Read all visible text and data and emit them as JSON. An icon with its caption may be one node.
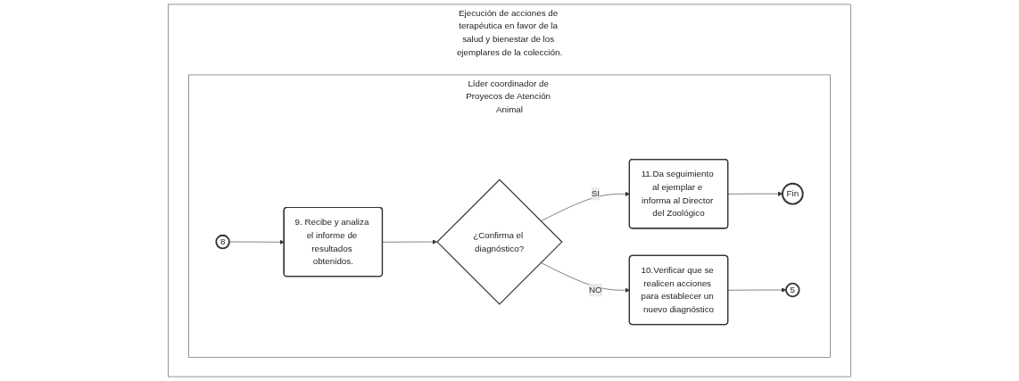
{
  "diagram": {
    "nodes": [
      {
        "text": [
          "Ejecución de acciones de terapéutica en favor de la salud y bienestar de los ejemplares de la colección."
        ]
      },
      {
        "text": [
          "Líder coordinador de Proyecos de Atención Animal"
        ],
        "in": 0
      },
      {
        "text": [
          "8"
        ],
        "in": 1
      },
      {
        "text": [
          "9. Recibe y analiza el informe de resultados obtenidos."
        ],
        "in": 1
      },
      {
        "text": [
          "¿Confirma el diagnóstico?"
        ],
        "in": 1
      },
      {
        "text": [
          "11.Da seguimiento al ejemplar e informa al Director del Zoológico"
        ],
        "in": 1
      },
      {
        "text": [
          "Fin"
        ],
        "in": 1
      },
      {
        "text": [
          "10.Verificar que se realicen acciones para establecer un nuevo diagnóstico"
        ],
        "in": 1
      },
      {
        "text": [
          "5"
        ],
        "in": 1
      }
    ],
    "edges": [
      {
        "from": 2,
        "to": 3,
        "arrow": "to"
      },
      {
        "from": 3,
        "to": 4,
        "arrow": "to"
      },
      {
        "from": 4,
        "to": 5,
        "label": "SI",
        "arrow": "to"
      },
      {
        "from": 5,
        "to": 6,
        "arrow": "to"
      },
      {
        "from": 4,
        "to": 7,
        "label": "NO",
        "arrow": "to"
      },
      {
        "from": 7,
        "to": 8,
        "arrow": "to"
      }
    ]
  }
}
